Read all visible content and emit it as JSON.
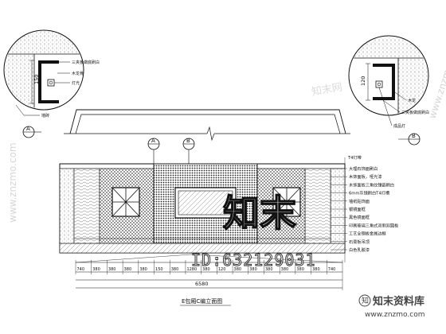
{
  "drawing": {
    "title": "E包厢C编立面图",
    "scale_note": "T4灯带"
  },
  "detail_left": {
    "dimension": "150",
    "callouts": [
      "三夹板做底刷白",
      "木龙骨",
      "灯光"
    ],
    "bottom_label": "墙砖",
    "marker": "A"
  },
  "detail_right": {
    "dimension": "120",
    "callouts": [
      "木龙",
      "三夹板做底刷白",
      "成品灯"
    ],
    "marker": "B"
  },
  "elevation": {
    "section_markers": [
      "A",
      "B"
    ],
    "notes": [
      "大理石饰面刷白",
      "木饰面板，哑光漆",
      "木饰面板三角纹镶嵌刷白",
      "6mm灰镜刷白T4灯槽",
      "墙纸贴饰面",
      "银镜面框",
      "黑色镜面框",
      "印刷玻璃三角式双侧双圆板",
      "工艺全钢板金属边框",
      "石膏板吊顶",
      "白色乳胶漆"
    ]
  },
  "dimensions": {
    "top": [
      "740",
      "380",
      "380",
      "380",
      "380",
      "150",
      "380",
      "1280",
      "380",
      "120",
      "380",
      "380",
      "380",
      "380",
      "380",
      "380",
      "740"
    ],
    "overall": "6580"
  },
  "watermarks": {
    "logo": "知末",
    "id": "ID:632129031",
    "url_vertical_left": "www.znzmo.com",
    "url_vertical_right": "www.znzmo.com",
    "side_text": "知末网",
    "brand_cn": "知末资料库",
    "brand_url": "www.znzmo.com"
  }
}
